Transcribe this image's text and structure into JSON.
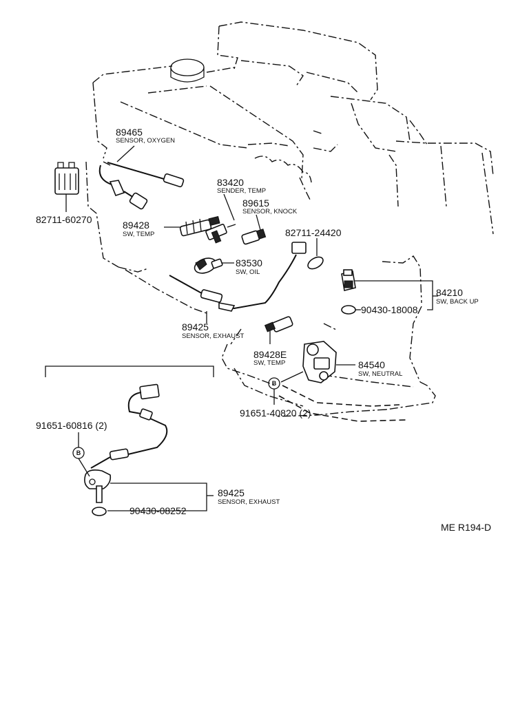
{
  "diagram_code": "ME R194-D",
  "callouts": {
    "c89465": {
      "part_no": "89465",
      "desc": "SENSOR, OXYGEN"
    },
    "c82711a": {
      "part_no": "82711-60270"
    },
    "c83420": {
      "part_no": "83420",
      "desc": "SENDER, TEMP"
    },
    "c89615": {
      "part_no": "89615",
      "desc": "SENSOR, KNOCK"
    },
    "c89428": {
      "part_no": "89428",
      "desc": "SW, TEMP"
    },
    "c82711b": {
      "part_no": "82711-24420"
    },
    "c83530": {
      "part_no": "83530",
      "desc": "SW, OIL"
    },
    "c84210": {
      "part_no": "84210",
      "desc": "SW, BACK UP"
    },
    "c90430a": {
      "part_no": "90430-18008"
    },
    "c89425a": {
      "part_no": "89425",
      "desc": "SENSOR, EXHAUST"
    },
    "c89428e": {
      "part_no": "89428E",
      "desc": "SW, TEMP"
    },
    "c84540": {
      "part_no": "84540",
      "desc": "SW, NEUTRAL"
    },
    "c91651a": {
      "part_no": "91651-40820 (2)"
    },
    "c91651b": {
      "part_no": "91651-60816 (2)"
    },
    "c89425b": {
      "part_no": "89425",
      "desc": "SENSOR, EXHAUST"
    },
    "c90430b": {
      "part_no": "90430-08252"
    }
  },
  "markers": {
    "b_label": "B"
  }
}
